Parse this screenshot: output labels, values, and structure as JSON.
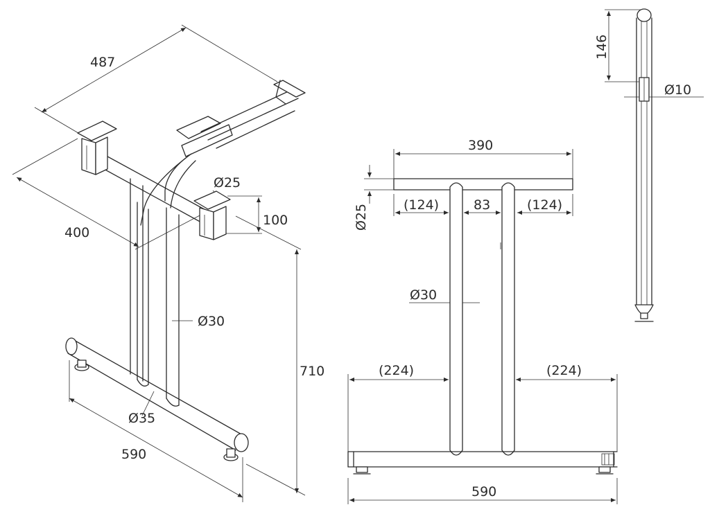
{
  "iso_view": {
    "dim_width": "487",
    "dim_depth": "400",
    "dim_top_tube": "Ø25",
    "dim_plate": "100",
    "dim_column": "Ø30",
    "dim_height": "710",
    "dim_foot_tube": "Ø35",
    "dim_foot_length": "590"
  },
  "front_view": {
    "dim_top_width": "390",
    "dim_top_tube": "Ø25",
    "dim_left_gap": "(124)",
    "dim_column_gap": "83",
    "dim_right_gap": "(124)",
    "dim_column": "Ø30",
    "dim_foot_left": "(224)",
    "dim_foot_right": "(224)",
    "dim_foot_width": "590"
  },
  "side_view": {
    "dim_top_offset": "146",
    "dim_pin": "Ø10"
  }
}
